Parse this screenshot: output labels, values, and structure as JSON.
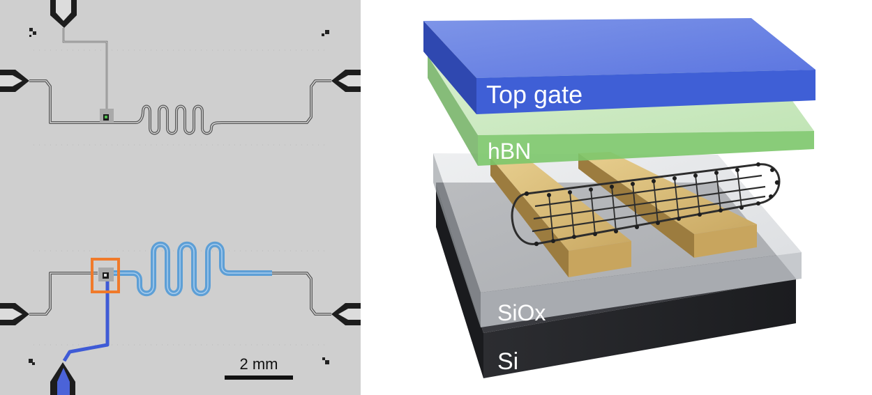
{
  "chip": {
    "background": "#cfcfcf",
    "scale_bar_label": "2 mm",
    "highlight_color": "#f07a2a",
    "resonator_color": "#5d9fd6",
    "feedline_color": "#3f5bd6"
  },
  "stack": {
    "layers": [
      {
        "key": "top_gate",
        "label": "Top gate",
        "color": "#3f5fd6"
      },
      {
        "key": "hbn",
        "label": "hBN",
        "color": "#7cc76a"
      },
      {
        "key": "siox",
        "label": "SiOx",
        "color": "#b9bcc0"
      },
      {
        "key": "si",
        "label": "Si",
        "color": "#26272b"
      }
    ],
    "electrode_color": "#d6b56f",
    "nanotube_color": "#2d2d2d"
  }
}
